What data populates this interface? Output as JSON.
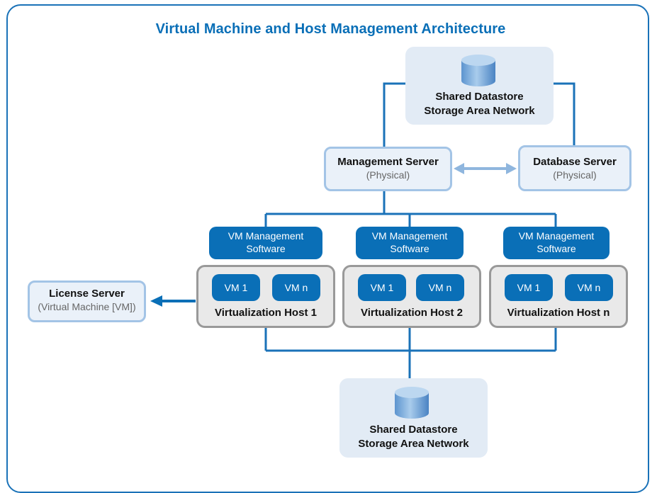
{
  "title": "Virtual Machine and Host Management Architecture",
  "datastore_top": {
    "line1": "Shared Datastore",
    "line2": "Storage Area Network",
    "icon": "database-cylinder-icon"
  },
  "datastore_bottom": {
    "line1": "Shared Datastore",
    "line2": "Storage Area Network",
    "icon": "database-cylinder-icon"
  },
  "management_server": {
    "title": "Management Server",
    "subtitle": "(Physical)"
  },
  "database_server": {
    "title": "Database Server",
    "subtitle": "(Physical)"
  },
  "license_server": {
    "title": "License Server",
    "subtitle": "(Virtual Machine [VM])"
  },
  "software": {
    "line1": "VM Management",
    "line2": "Software"
  },
  "hosts": [
    {
      "label": "Virtualization Host 1",
      "vm_a": "VM 1",
      "vm_b": "VM n"
    },
    {
      "label": "Virtualization Host 2",
      "vm_a": "VM 1",
      "vm_b": "VM n"
    },
    {
      "label": "Virtualization Host n",
      "vm_a": "VM 1",
      "vm_b": "VM n"
    }
  ],
  "colors": {
    "accent": "#0a6fb7",
    "light_box": "#eaf1f9",
    "panel": "#e2ebf5",
    "host_border": "#999999"
  }
}
